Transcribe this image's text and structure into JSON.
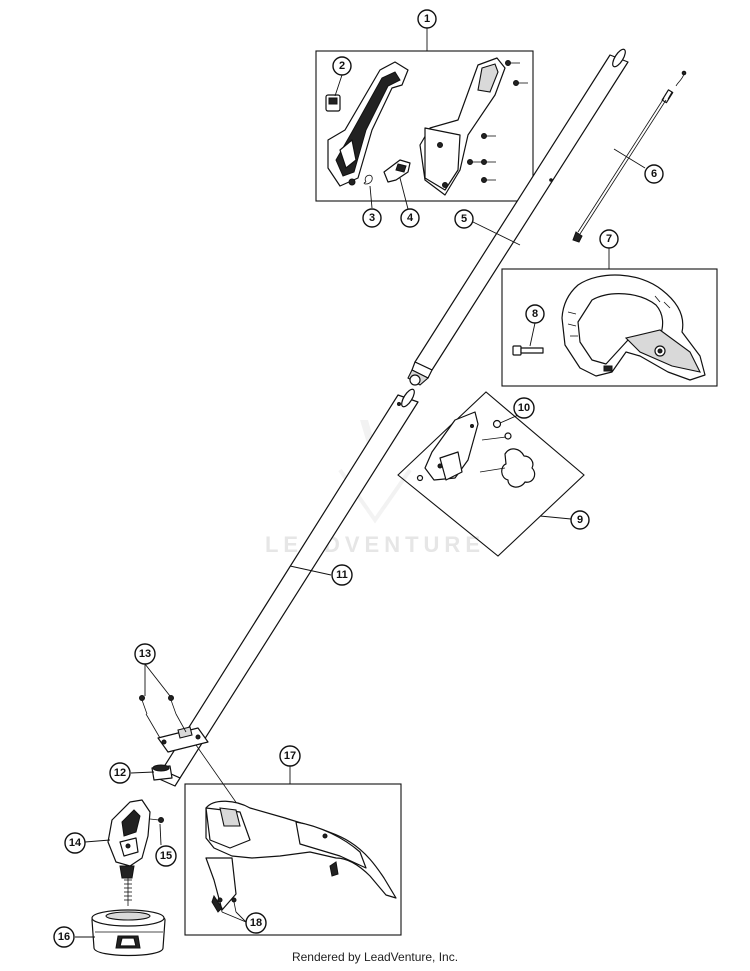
{
  "callouts": [
    "1",
    "2",
    "3",
    "4",
    "5",
    "6",
    "7",
    "8",
    "9",
    "10",
    "11",
    "12",
    "13",
    "14",
    "15",
    "16",
    "17",
    "18"
  ],
  "watermark": "LEADVENTURE",
  "footer": "Rendered by LeadVenture, Inc."
}
